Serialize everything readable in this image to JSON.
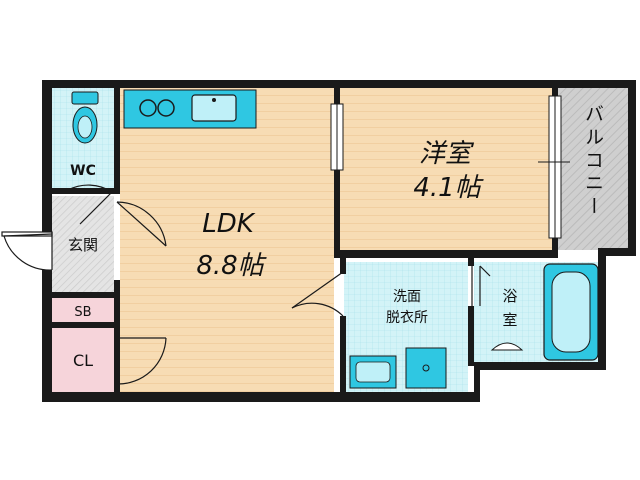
{
  "rooms": {
    "wc": "WC",
    "genkan": "玄関",
    "sb": "SB",
    "cl": "CL",
    "ldk_name": "LDK",
    "ldk_size": "8.8帖",
    "yoshitsu_name": "洋室",
    "yoshitsu_size": "4.1帖",
    "balcony": "バルコニー",
    "washroom_line1": "洗面",
    "washroom_line2": "脱衣所",
    "bath_line1": "浴",
    "bath_line2": "室"
  },
  "colors": {
    "wall": "#1a1a1a",
    "floor_wood": "#f7dcb4",
    "floor_tile": "#d3f3f7",
    "fixture": "#2fc7e2",
    "storage": "#f6d4da",
    "genkan": "#e2e2e2",
    "balcony": "#c9c9c9"
  }
}
